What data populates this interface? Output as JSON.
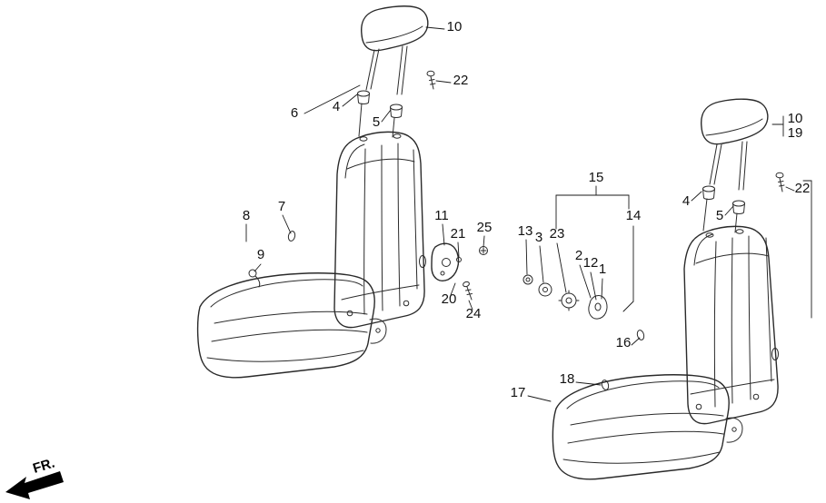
{
  "diagram": {
    "direction_label": "FR.",
    "callouts": {
      "left_headrest": "10",
      "left_headrest_screw": "22",
      "left_guide_group": "6",
      "left_guide_front": "4",
      "left_guide_rear": "5",
      "left_back_trim": "8",
      "left_back_clip": "7",
      "left_hook": "9",
      "left_recline_cover": "11",
      "left_pin": "21",
      "left_bolt": "25",
      "left_knob": "20",
      "left_screw": "24",
      "hardware_group": "15",
      "hardware_washer": "13",
      "hardware_knob": "3",
      "hardware_gear": "23",
      "hardware_lever": "2",
      "hardware_spring": "12",
      "hardware_cap": "1",
      "hardware_bracket": "14",
      "right_back_clip": "16",
      "right_headrest": "10",
      "right_headrest_alt": "19",
      "right_headrest_screw": "22",
      "right_guide_front": "4",
      "right_guide_rear": "5",
      "right_cushion_clip": "18",
      "right_cushion": "17"
    }
  }
}
